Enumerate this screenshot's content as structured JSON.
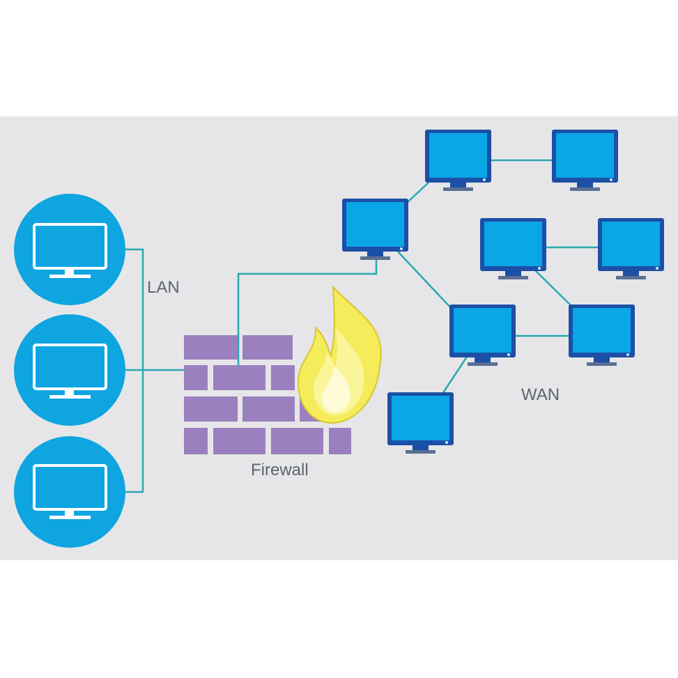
{
  "labels": {
    "lan": "LAN",
    "wan": "WAN",
    "firewall": "Firewall"
  },
  "colors": {
    "panel": "#e6e6e8",
    "connector": "#2aa7b0",
    "lan_node": "#0ea5e0",
    "wan_bezel": "#1c4fa6",
    "wan_screen": "#0aa6e6",
    "firewall_brick": "#9b80bf",
    "flame_outer": "#f5ec5c",
    "flame_inner": "#fff6b0"
  },
  "icons": {
    "lan_node": "monitor-icon",
    "wan_node": "computer-monitor-icon",
    "firewall": "brick-wall-icon",
    "fire": "flame-icon"
  }
}
